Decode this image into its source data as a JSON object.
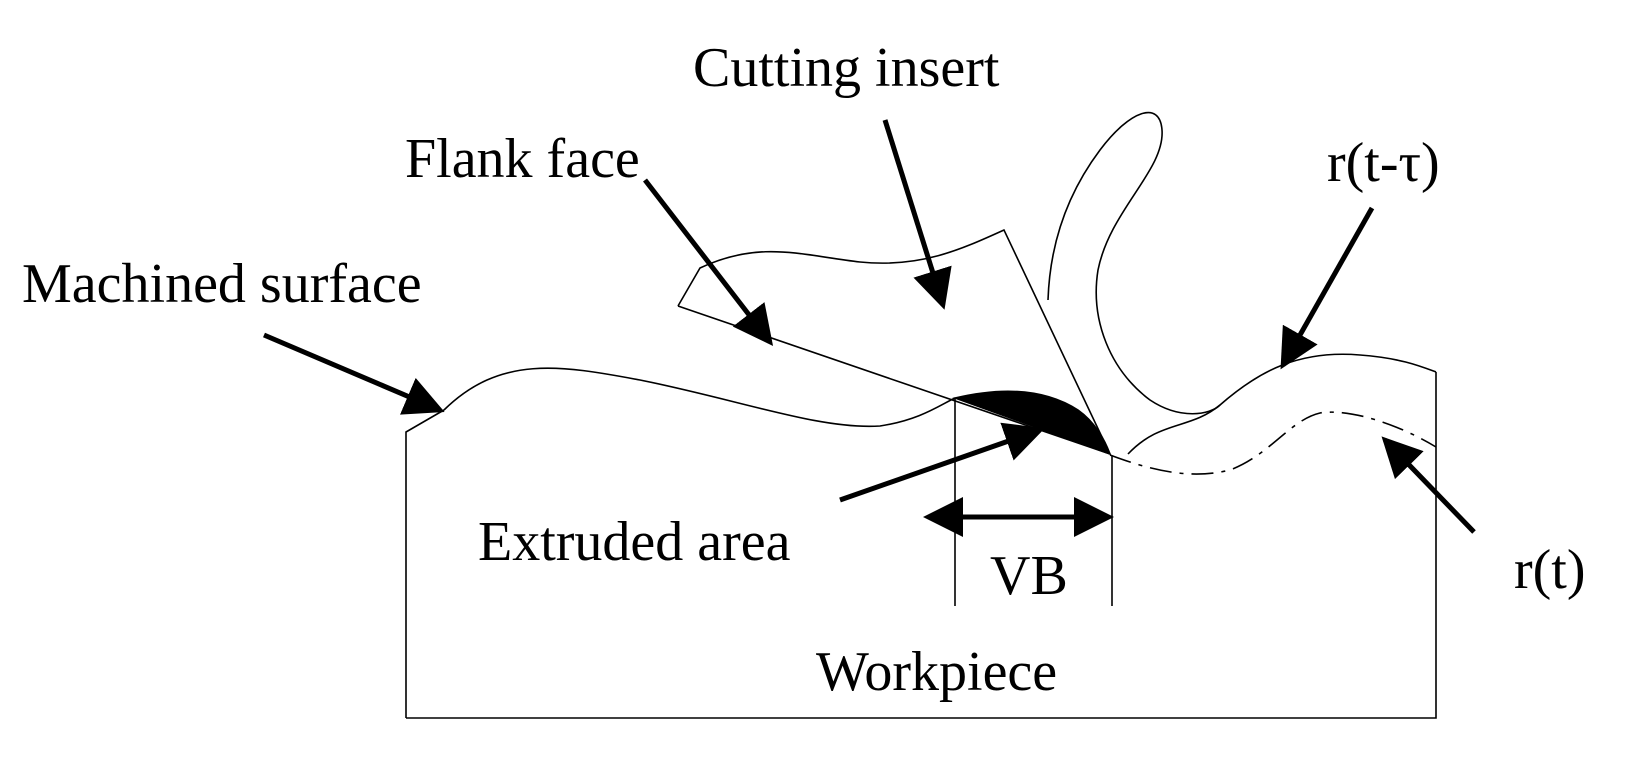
{
  "labels": {
    "cutting_insert": "Cutting insert",
    "flank_face": "Flank face",
    "r_t_minus_tau": "r(t-τ)",
    "machined_surface": "Machined surface",
    "extruded_area": "Extruded area",
    "vb": "VB",
    "r_t": "r(t)",
    "workpiece": "Workpiece"
  },
  "colors": {
    "line": "#000000",
    "background": "#ffffff"
  }
}
